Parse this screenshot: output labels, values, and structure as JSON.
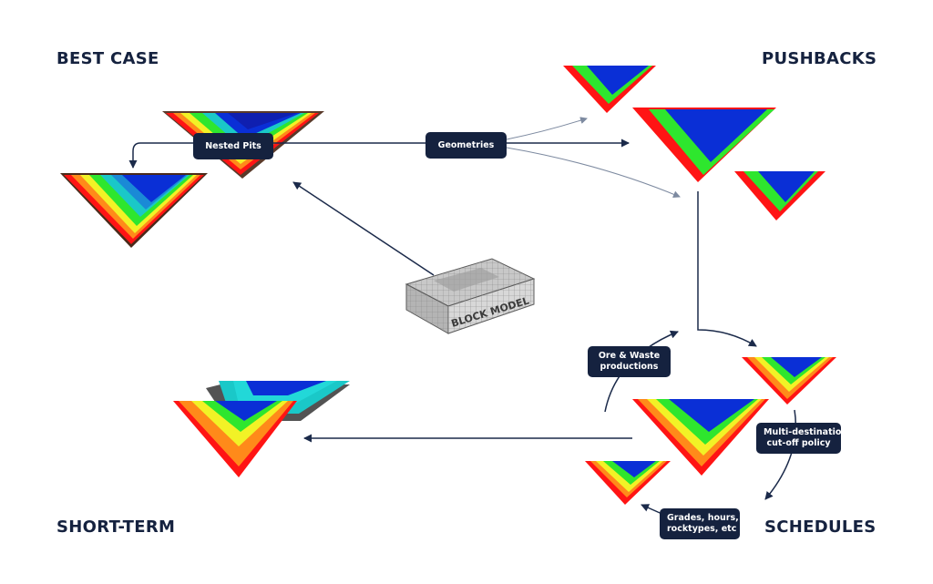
{
  "titles": {
    "best_case": "BEST CASE",
    "pushbacks": "PUSHBACKS",
    "short_term": "SHORT-TERM",
    "schedules": "SCHEDULES"
  },
  "labels": {
    "nested_pits": "Nested Pits",
    "geometries": "Geometries",
    "block_model": "BLOCK MODEL",
    "ore_waste_l1": "Ore & Waste",
    "ore_waste_l2": "productions",
    "multi_l1": "Multi-destination",
    "multi_l2": "cut-off policy",
    "grades_l1": "Grades, hours,",
    "grades_l2": "rocktypes, etc"
  },
  "colors": {
    "navy": "#15223f",
    "arrow": "#1b2a4a",
    "arrow_light": "#7d8aa0",
    "blue": "#0a2fd6",
    "green": "#2ee62e",
    "red": "#ff1414",
    "yellow": "#f2f226",
    "orange": "#ff8a1a",
    "cyan": "#1ac8c8"
  }
}
